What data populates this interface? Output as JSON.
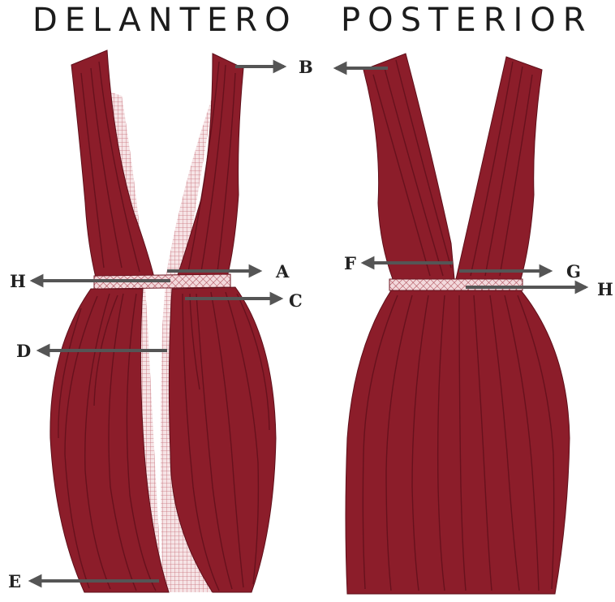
{
  "titles": {
    "front": "DELANTERO",
    "back": "POSTERIOR"
  },
  "colors": {
    "fabric": "#8c1d2a",
    "fabric_dark": "#5e0f1a",
    "mesh": "#d99aa0",
    "arrow": "#555555",
    "text": "#1c1c1c"
  },
  "labels": {
    "A": "A",
    "B": "B",
    "C": "C",
    "D": "D",
    "E": "E",
    "F": "F",
    "G": "G",
    "H_front": "H",
    "H_back": "H"
  }
}
